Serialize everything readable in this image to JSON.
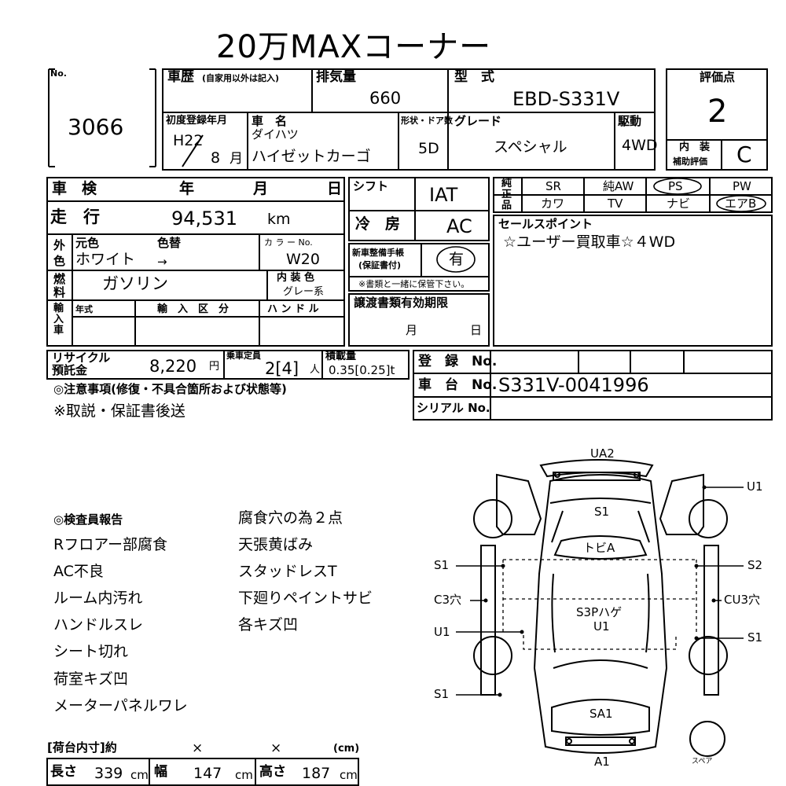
{
  "title": "20万MAXコーナー",
  "header": {
    "no_label": "No.",
    "lot_no": "3066",
    "history_label": "車歴",
    "history_note": "(自家用以外は記入)",
    "displacement_label": "排気量",
    "displacement": "660",
    "model_label": "型　式",
    "model": "EBD-S331V",
    "score_label": "評価点",
    "score": "2",
    "first_reg_label": "初度登録年月",
    "first_reg_era": "H22",
    "first_reg_month": "8",
    "month_unit": "月",
    "car_name_label": "車　名",
    "maker": "ダイハツ",
    "car_name": "ハイゼットカーゴ",
    "body_label": "形状・ドア数",
    "doors": "5D",
    "grade_label": "グレード",
    "grade": "スペシャル",
    "drive_label": "駆動",
    "drive": "4WD",
    "interior_label_1": "内　装",
    "interior_label_2": "補助評価",
    "interior_score": "C"
  },
  "specs": {
    "shaken_label": "車　検",
    "year_label": "年",
    "month_label": "月",
    "day_label": "日",
    "mileage_label": "走　行",
    "mileage": "94,531",
    "mileage_unit": "km",
    "color_label": "外色",
    "orig_color_label": "元色",
    "repaint_label": "色替",
    "color": "ホワイト",
    "color_arrow": "→",
    "color_no_label": "カ ラ ー No.",
    "color_no": "W20",
    "fuel_label": "燃料",
    "fuel": "ガソリン",
    "interior_color_label": "内 装 色",
    "interior_color": "グレー系",
    "import_label": "輸入車",
    "import_year_label": "年式",
    "import_class_label": "輸　入　区　分",
    "handle_label": "ハ ン ド ル",
    "recycle_label_1": "リサイクル",
    "recycle_label_2": "預託金",
    "recycle": "8,220",
    "yen": "円",
    "capacity_label": "乗車定員",
    "capacity": "2[4]",
    "capacity_unit": "人",
    "load_label": "積載量",
    "load": "0.35[0.25]t",
    "shift_label": "シフト",
    "shift": "IAT",
    "ac_label": "冷　房",
    "ac": "AC",
    "manual_label_1": "新車整備手帳",
    "manual_label_2": "(保証書付)",
    "manual": "有",
    "manual_note": "※書類と一緒に保管下さい。",
    "transfer_label": "譲渡書類有効期限",
    "transfer_month": "月",
    "transfer_day": "日"
  },
  "equipment": {
    "label": "純正品",
    "row1": [
      "SR",
      "純AW",
      "PS",
      "PW"
    ],
    "row2": [
      "カワ",
      "TV",
      "ナビ",
      "エアB"
    ],
    "circled": [
      "PS",
      "エアB"
    ]
  },
  "sales_point": {
    "label": "セールスポイント",
    "text": "☆ユーザー買取車☆４WD"
  },
  "registration": {
    "reg_label": "登　録　No.",
    "chassis_label": "車　台　No.",
    "chassis": "S331V-0041996",
    "serial_label": "シリアル No."
  },
  "notes": {
    "label": "◎注意事項(修復・不具合箇所および状態等)",
    "text": "※取説・保証書後送"
  },
  "inspector": {
    "label": "◎検査員報告",
    "col1": [
      "Rフロアー部腐食",
      "AC不良",
      "ルーム内汚れ",
      "ハンドルスレ",
      "シート切れ",
      "荷室キズ凹",
      "メーターパネルワレ"
    ],
    "col2": [
      "腐食穴の為２点",
      "天張黄ばみ",
      "スタッドレスT",
      "下廻りペイントサビ",
      "各キズ凹"
    ]
  },
  "cargo": {
    "label": "[荷台内寸]約",
    "x": "×",
    "unit": "(cm)",
    "length_label": "長さ",
    "length": "339",
    "width_label": "幅",
    "width": "147",
    "height_label": "高さ",
    "height": "187",
    "cm": "cm"
  },
  "diagram": {
    "ua2": "UA2",
    "u1_top": "U1",
    "s1_roof": "S1",
    "tobi": "トビA",
    "s1_left_front": "S1",
    "s2_right_front": "S2",
    "c3": "C3穴",
    "cu3": "CU3穴",
    "center_1": "S3Pハゲ",
    "center_2": "U1",
    "u1_left": "U1",
    "s1_right_rear": "S1",
    "s1_left_rear": "S1",
    "sa1": "SA1",
    "a1": "A1",
    "spare": "スペア"
  }
}
